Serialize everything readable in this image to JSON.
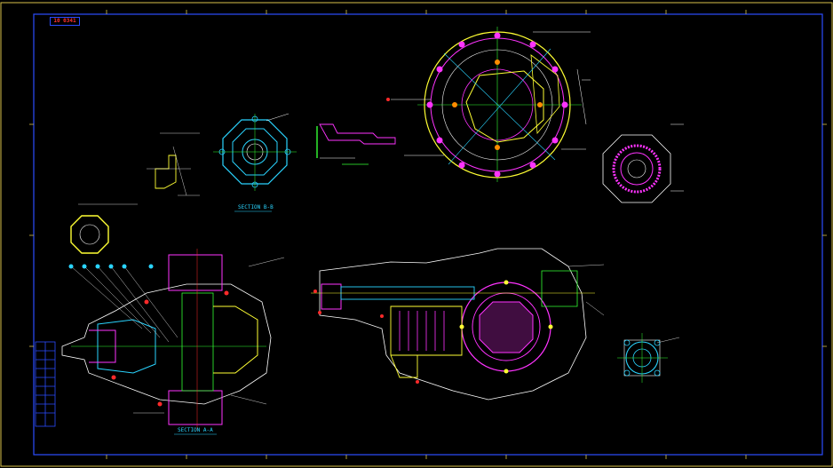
{
  "header": {
    "tag_label": "10 0341"
  },
  "sections": {
    "section_a_label": "SECTION A-A",
    "section_b_label": "SECTION B-B"
  },
  "colors": {
    "background": "#000000",
    "border_outer": "#d8c24a",
    "border_inner": "#2b4cff",
    "cyan": "#2ad4ff",
    "yellow": "#ffff33",
    "magenta": "#ff33ff",
    "red": "#ff2a2a",
    "green": "#33ff33",
    "white": "#ffffff"
  },
  "icons": {
    "main_gear_view": "circular-flange-icon",
    "section_a": "axle-cross-section-icon",
    "side_view": "gear-housing-icon"
  }
}
